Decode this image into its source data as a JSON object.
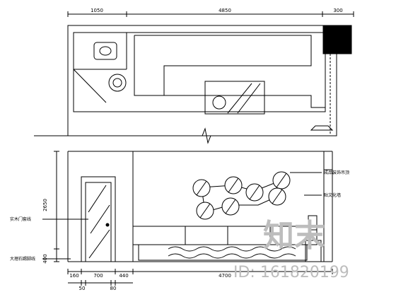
{
  "plan": {
    "dims_top": [
      "1050",
      "4850",
      "300"
    ]
  },
  "elevation": {
    "dim_height": "2650",
    "dim_floor": "400",
    "dims_bottom_row1": [
      "160",
      "700",
      "440",
      "4700"
    ],
    "dims_bottom_row2": [
      "50",
      "80"
    ],
    "notes_right": [
      "成品装饰吊顶",
      "贴文化墙"
    ],
    "notes_left": [
      "实木门套线",
      "大理石踢脚线"
    ]
  },
  "watermark": {
    "logo_text": "知末",
    "id_text": "ID: 161820199"
  }
}
